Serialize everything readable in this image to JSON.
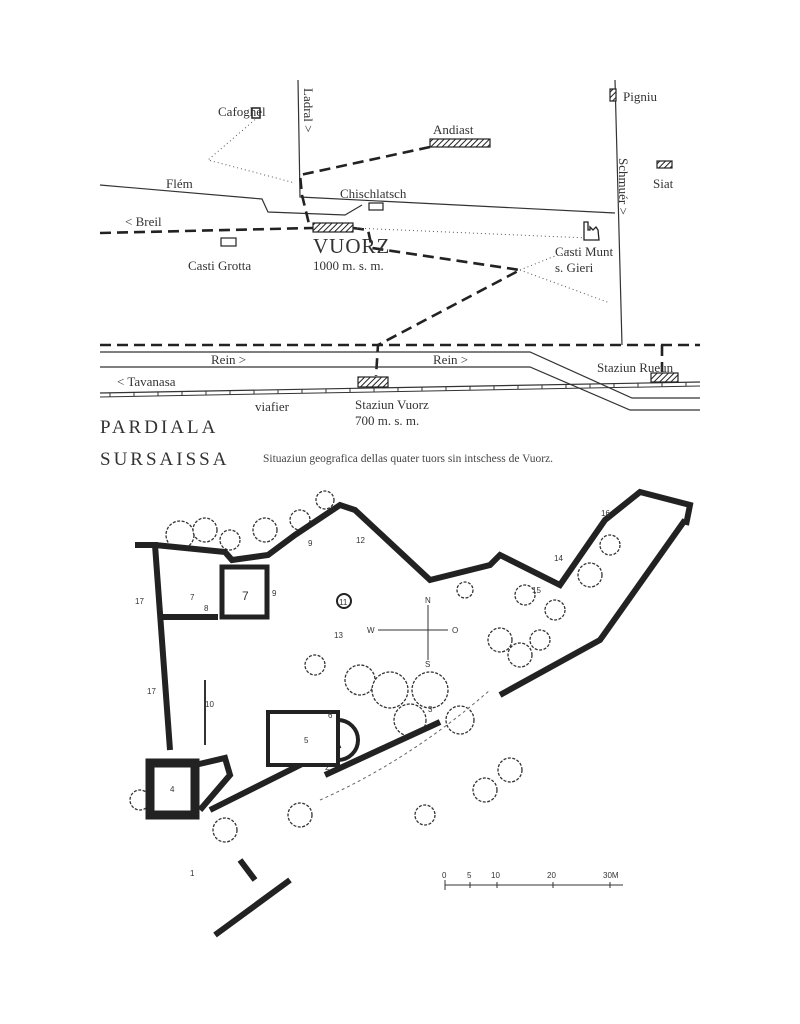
{
  "map": {
    "places": {
      "cafoghel": "Cafoghel",
      "ladral": "Ladral >",
      "pigniu": "Pigniu",
      "andiast": "Andiast",
      "schmuer": "Schmuér >",
      "siat": "Siat",
      "flem": "Flém",
      "chischlatsch": "Chischlatsch",
      "breil": "< Breil",
      "vuorz": "VUORZ",
      "vuorz_alt": "1000 m. s. m.",
      "casti_grotta": "Casti Grotta",
      "casti_munt": "Casti Munt",
      "s_gieri": "s. Gieri",
      "rein1": "Rein >",
      "rein2": "Rein >",
      "tavanasa": "< Tavanasa",
      "viafier": "viafier",
      "staziun_vuorz": "Staziun Vuorz",
      "staziun_vuorz_alt": "700 m. s. m.",
      "staziun_rueun": "Staziun Rueun"
    }
  },
  "heading": {
    "line1": "PARDIALA",
    "line2": "SURSAISSA"
  },
  "caption": "Situaziun geografica dellas quater tuors sin intschess de Vuorz.",
  "plan": {
    "numbers": [
      "17",
      "17",
      "7",
      "7",
      "8",
      "9",
      "9",
      "12",
      "11",
      "13",
      "15",
      "14",
      "16",
      "10",
      "4",
      "5",
      "6",
      "3",
      "2",
      "1"
    ],
    "compass": {
      "n": "N",
      "s": "S",
      "w": "W",
      "o": "O"
    },
    "scale": [
      "0",
      "5",
      "10",
      "20",
      "30M"
    ]
  }
}
